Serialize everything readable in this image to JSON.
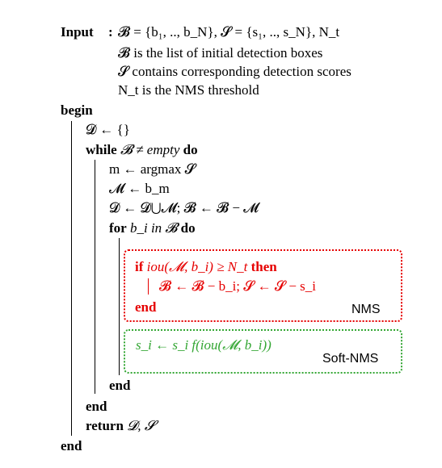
{
  "input": {
    "label": "Input",
    "sep": ":",
    "formula": "𝓑 = {b₁, .., b_N}, 𝓢 = {s₁, .., s_N}, N_t",
    "desc": [
      "𝓑 is the list of initial detection boxes",
      "𝓢 contains corresponding detection scores",
      "N_t is the NMS threshold"
    ]
  },
  "algo": {
    "begin": "begin",
    "d_init": "𝓓 ← {}",
    "while_kw": "while",
    "while_cond": "𝓑 ≠ empty",
    "do_kw": "do",
    "argmax": "m ← argmax 𝓢",
    "m_assign": "𝓜 ← b_m",
    "update": "𝓓 ← 𝓓⋃𝓜; 𝓑 ← 𝓑 − 𝓜",
    "for_kw": "for",
    "for_cond": "b_i in 𝓑",
    "if_kw": "if",
    "if_cond": "iou(𝓜, b_i) ≥ N_t",
    "then_kw": "then",
    "nms_body": "𝓑 ← 𝓑 − b_i; 𝓢 ← 𝓢 − s_i",
    "end_if": "end",
    "soft_body": "s_i ← s_i f(iou(𝓜, b_i))",
    "end_for": "end",
    "end_while": "end",
    "return_kw": "return",
    "return_val": "𝓓, 𝓢",
    "end_algo": "end"
  },
  "tags": {
    "nms": "NMS",
    "soft_nms": "Soft-NMS"
  },
  "colors": {
    "nms_box": "#e60000",
    "soft_box": "#33a633"
  }
}
